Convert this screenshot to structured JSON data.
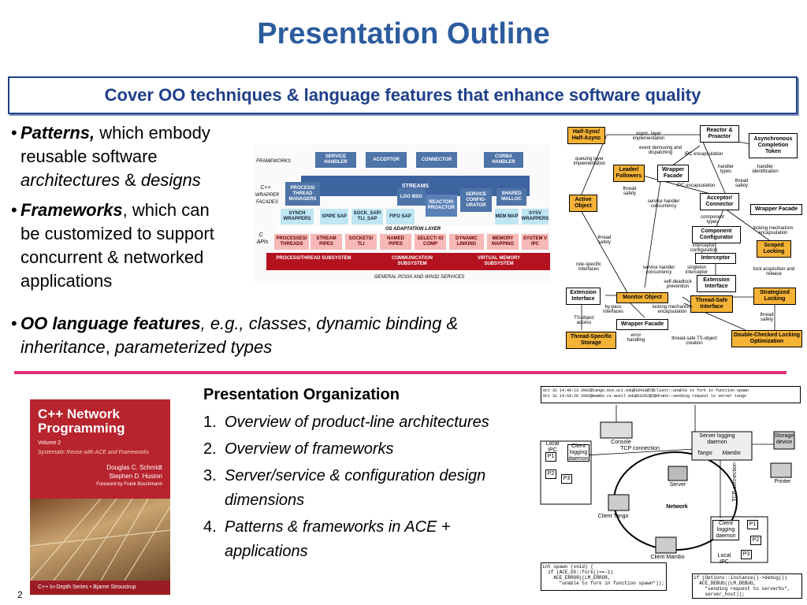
{
  "slide": {
    "title": "Presentation Outline",
    "subtitle": "Cover OO techniques & language features that enhance software quality",
    "page_number": "2"
  },
  "bullets": {
    "patterns": {
      "term": "Patterns,",
      "line1_rest": " which embody",
      "line2": "reusable software",
      "line3_a": "architectures",
      "line3_b": " & ",
      "line3_c": "designs"
    },
    "frameworks": {
      "term": "Frameworks",
      "line1_rest": ", which can",
      "line2": "be customized to support",
      "line3": "concurrent & networked",
      "line4": "applications"
    },
    "oo": {
      "term": "OO language features",
      "l1_a": ", e.g., classes",
      "l1_b": ", ",
      "l1_c": "dynamic binding &",
      "l2_a": "inheritance",
      "l2_b": ", ",
      "l2_c": "parameterized types"
    }
  },
  "organization": {
    "title": "Presentation Organization",
    "items": [
      {
        "num": "1.",
        "text": "Overview of product-line architectures"
      },
      {
        "num": "2.",
        "text": "Overview of frameworks"
      },
      {
        "num": "3.",
        "text": "Server/service & configuration design dimensions"
      },
      {
        "num": "4.",
        "text": "Patterns & frameworks in ACE + applications"
      }
    ]
  },
  "book": {
    "title_line1": "C++ Network",
    "title_line2": "Programming",
    "volume": "Volume 2",
    "subtitle": "Systematic Reuse with ACE and Frameworks",
    "author1": "Douglas C. Schmidt",
    "author2": "Stephen D. Huston",
    "foreword": "Foreword by Frank Buschmann",
    "series": "C++ In-Depth Series • Bjarne Stroustrup"
  },
  "ace_diagram": {
    "side_labels": {
      "frameworks": "FRAMEWORKS",
      "cpp": "C++",
      "wrapper": "WRAPPER",
      "facades": "FACADES",
      "c": "C",
      "apis": "APIs"
    },
    "top_boxes": [
      "SERVICE HANDLER",
      "ACCEPTOR",
      "CONNECTOR",
      "CORBA HANDLER"
    ],
    "streams": "STREAMS",
    "process_mgr": "PROCESS/ THREAD MANAGERS",
    "mid_boxes": [
      "LOG MSG",
      "REACTOR/ PROACTOR",
      "SERVICE CONFIG- URATOR",
      "SHARED MALLOC"
    ],
    "wrapper_boxes": [
      "SYNCH WRAPPERS",
      "SPIPE SAP",
      "SOCK_SAP/ TLI_SAP",
      "FIFO SAP",
      "MEM MAP",
      "SYSV WRAPPERS"
    ],
    "os_layer": "OS ADAPTATION LAYER",
    "c_boxes": [
      "PROCESSES/ THREADS",
      "STREAM PIPES",
      "SOCKETS/ TLI",
      "NAMED PIPES",
      "SELECT/ IO COMP",
      "DYNAMIC LINKING",
      "MEMORY MAPPING",
      "SYSTEM V IPC"
    ],
    "subsystems": [
      "PROCESS/THREAD SUBSYSTEM",
      "COMMUNICATION SUBSYSTEM",
      "VIRTUAL MEMORY SUBSYSTEM"
    ],
    "general": "GENERAL POSIX AND WIN32 SERVICES"
  },
  "pattern_diagram": {
    "boxes": [
      "Half-Sync/ Half-Async",
      "Reactor & Proactor",
      "Asynchronous Completion Token",
      "Leader/ Followers",
      "Wrapper Facade",
      "Active Object",
      "Acceptor/ Connector",
      "Wrapper Facade",
      "Component Configurator",
      "Scoped Locking",
      "Interceptor",
      "Extension Interface",
      "Extension Interface",
      "Monitor Object",
      "Thread-Safe Interface",
      "Strategized Locking",
      "Wrapper Facade",
      "Thread-Specific Storage",
      "Double-Checked Locking Optimization"
    ],
    "edge_labels": [
      "async. layer implementation",
      "event demuxing and dispatching",
      "queuing layer implementation",
      "IPC encapsulation",
      "handler types",
      "handler identification",
      "thread safety",
      "IPC encapsulation",
      "thread safety",
      "service handler concurrency",
      "component types",
      "locking mechanism encapsulation",
      "interceptor configuration",
      "thread safety",
      "lock acquisition and release",
      "role-specific interfaces",
      "service handler concurrency",
      "singleton interceptor",
      "self-deadlock prevention",
      "by-pass interfaces",
      "locking mechanism encapsulation",
      "thread safety",
      "TS-object access",
      "error handling",
      "thread-safe TS-object creation"
    ]
  },
  "logging_diagram": {
    "log_lines": [
      "Oct 31 14:48:13 2002@tango.ece.uci.edu@18418@7@client::unable to fork in function spawn",
      "Oct 31 14:50:28 2002@mambo.cs.wustl.edu@18352@2@drwho::sending request to server tango"
    ],
    "labels": [
      "Console",
      "Server logging daemon",
      "Storage device",
      "Local IPC",
      "TCP connection",
      "Tango",
      "Mambo",
      "Printer",
      "Server",
      "Network",
      "TCP connection",
      "Client Tango",
      "Client Mambo",
      "Local IPC"
    ],
    "client_logging_daemon": "Client logging daemon",
    "p_labels": [
      "P1",
      "P2",
      "P3",
      "P1",
      "P2",
      "P3"
    ],
    "code_left": "int spawn (void) {\n  if (ACE_OS::fork()==-1)\n    ACE_ERROR((LM_ERROR,\n      \"unable to fork in function spawn\"));",
    "code_right": "if (Options::instance()->debug())\n  ACE_DEBUG((LM_DEBUG,\n    \"sending request to server%s\",\n    server_host));"
  }
}
